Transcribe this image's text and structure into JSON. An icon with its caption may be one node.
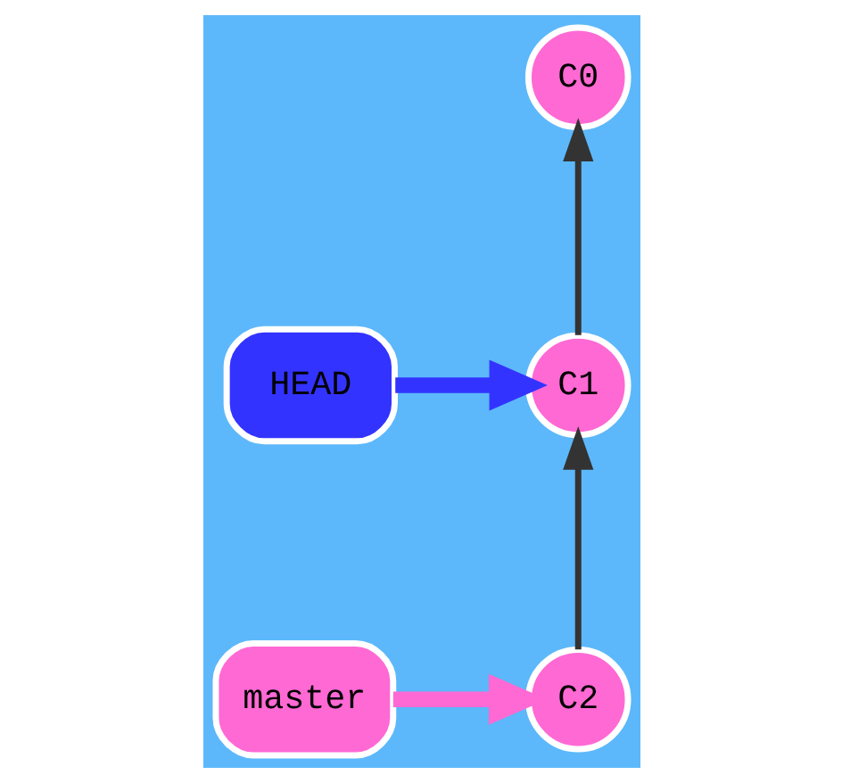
{
  "diagram": {
    "nodes": [
      {
        "text": [
          "C0"
        ]
      },
      {
        "text": [
          "C1"
        ]
      },
      {
        "text": [
          "C2"
        ]
      },
      {
        "text": [
          "HEAD"
        ]
      },
      {
        "text": [
          "master"
        ]
      }
    ],
    "edges": [
      {
        "from": 1,
        "to": 0,
        "arrow": "to"
      },
      {
        "from": 2,
        "to": 1,
        "arrow": "to"
      },
      {
        "from": 3,
        "to": 1,
        "arrow": "to",
        "style": "thick",
        "color": "#3333ff"
      },
      {
        "from": 4,
        "to": 2,
        "arrow": "to",
        "style": "thick",
        "color": "#ff69d4"
      }
    ]
  }
}
